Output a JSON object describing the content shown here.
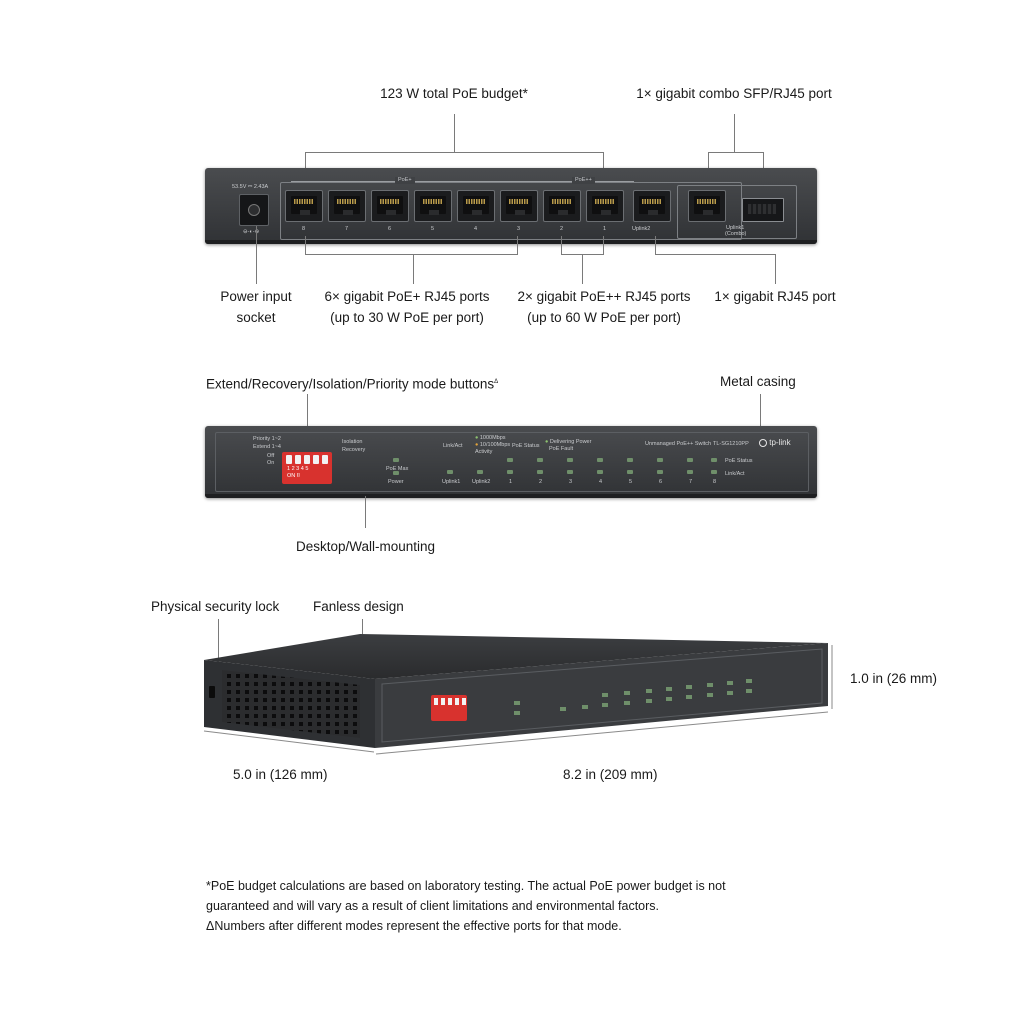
{
  "callouts": {
    "poe_budget": "123 W total PoE budget*",
    "combo_port": "1× gigabit combo SFP/RJ45 port",
    "power_socket_l1": "Power input",
    "power_socket_l2": "socket",
    "poe_plus_l1": "6× gigabit PoE+ RJ45 ports",
    "poe_plus_l2": "(up to 30 W PoE per port)",
    "poe_pp_l1": "2× gigabit PoE++ RJ45 ports",
    "poe_pp_l2": "(up to 60 W PoE per port)",
    "rj45_port": "1× gigabit RJ45 port",
    "mode_buttons": "Extend/Recovery/Isolation/Priority mode buttons",
    "mode_buttons_mark": "Δ",
    "metal_casing": "Metal casing",
    "mounting": "Desktop/Wall-mounting",
    "security_lock": "Physical security lock",
    "fanless": "Fanless design",
    "height": "1.0 in (26 mm)",
    "depth": "5.0 in (126 mm)",
    "width": "8.2 in (209 mm)"
  },
  "rear_panel": {
    "power_rating": "53.5V ⎓ 2.43A",
    "polarity": "⊖-◐-⊕",
    "group_poe_plus": "PoE+",
    "group_poe_pp": "PoE++",
    "port_numbers": [
      "8",
      "7",
      "6",
      "5",
      "4",
      "3",
      "2",
      "1"
    ],
    "uplink2": "Uplink2",
    "uplink1_l1": "Uplink1",
    "uplink1_l2": "(Combo)"
  },
  "front_panel": {
    "priority": "Priority 1~2",
    "extend": "Extend 1~4",
    "off": "Off",
    "on": "On",
    "dip_numbers": "1 2 3 4 5",
    "dip_on": "ON ⌷",
    "isolation": "Isolation",
    "recovery": "Recovery",
    "link_act": "Link/Act",
    "speed_1000": "1000Mbps",
    "speed_10_100": "10/100Mbps",
    "activity": "Activity",
    "poe_status": "PoE Status",
    "delivering": "Delivering Power",
    "poe_fault": "PoE Fault",
    "product": "Unmanaged PoE++ Switch",
    "model": "TL-SG1210PP",
    "brand": "tp-link",
    "poe_max": "PoE Max",
    "power": "Power",
    "uplink1": "Uplink1",
    "uplink2": "Uplink2",
    "port_numbers": [
      "1",
      "2",
      "3",
      "4",
      "5",
      "6",
      "7",
      "8"
    ],
    "poe_status_r": "PoE Status",
    "link_act_r": "Link/Act"
  },
  "footnotes": {
    "line1": "*PoE budget calculations are based on laboratory testing. The actual PoE power budget is not",
    "line2": "guaranteed and will vary as a result of client limitations and environmental factors.",
    "line3": "ΔNumbers after different modes represent the effective ports for that mode."
  }
}
